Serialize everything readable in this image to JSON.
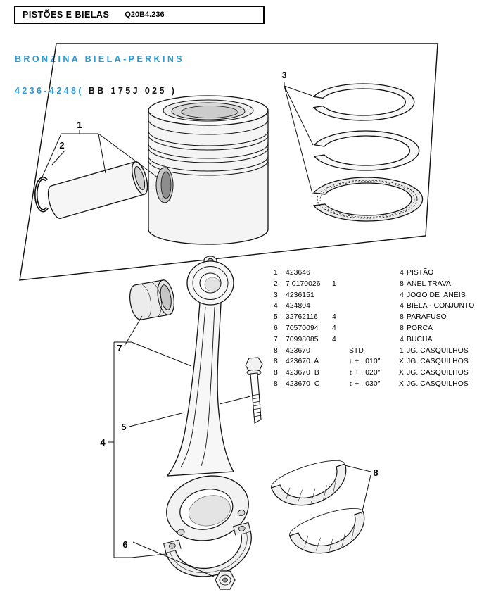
{
  "header": {
    "title": "PISTÕES E BIELAS",
    "code": "Q20B4.236"
  },
  "subtitle": {
    "line1": "BRONZINA BIELA-PERKINS",
    "line2_blue": "4236-4248(",
    "line2_dark": " BB 175J 025 )"
  },
  "colors": {
    "accent_blue": "#2e9ad4",
    "line_black": "#111111"
  },
  "callouts": {
    "c1": "1",
    "c2": "2",
    "c3": "3",
    "c4": "4",
    "c5": "5",
    "c6": "6",
    "c7": "7",
    "c8": "8"
  },
  "parts_list": {
    "rows": [
      {
        "ref": "1",
        "part": "423646",
        "mid": "",
        "spec": "",
        "qty": "4",
        "desc": "PISTÃO"
      },
      {
        "ref": "2",
        "part": "7 0170026",
        "mid": "1",
        "spec": "",
        "qty": "8",
        "desc": "ANEL TRAVA"
      },
      {
        "ref": "3",
        "part": "4236151",
        "mid": "",
        "spec": "",
        "qty": "4",
        "desc": "JOGO DE  ANÉIS"
      },
      {
        "ref": "4",
        "part": "424804",
        "mid": "",
        "spec": "",
        "qty": "4",
        "desc": "BIELA - CONJUNTO"
      },
      {
        "ref": "5",
        "part": "32762116",
        "mid": "4",
        "spec": "",
        "qty": "8",
        "desc": "PARAFUSO"
      },
      {
        "ref": "6",
        "part": "70570094",
        "mid": "4",
        "spec": "",
        "qty": "8",
        "desc": "PORCA"
      },
      {
        "ref": "7",
        "part": "70998085",
        "mid": "4",
        "spec": "",
        "qty": "4",
        "desc": "BUCHA"
      },
      {
        "ref": "8",
        "part": "423670",
        "mid": "",
        "spec": "STD",
        "qty": "1",
        "desc": "JG. CASQUILHOS"
      },
      {
        "ref": "8",
        "part": "423670  A",
        "mid": "",
        "spec": "↕ + . 010″",
        "qty": "X",
        "desc": "JG. CASQUILHOS"
      },
      {
        "ref": "8",
        "part": "423670  B",
        "mid": "",
        "spec": "↕ + . 020″",
        "qty": "X",
        "desc": "JG. CASQUILHOS"
      },
      {
        "ref": "8",
        "part": "423670  C",
        "mid": "",
        "spec": "↕ + . 030″",
        "qty": "X",
        "desc": "JG. CASQUILHOS"
      }
    ]
  }
}
